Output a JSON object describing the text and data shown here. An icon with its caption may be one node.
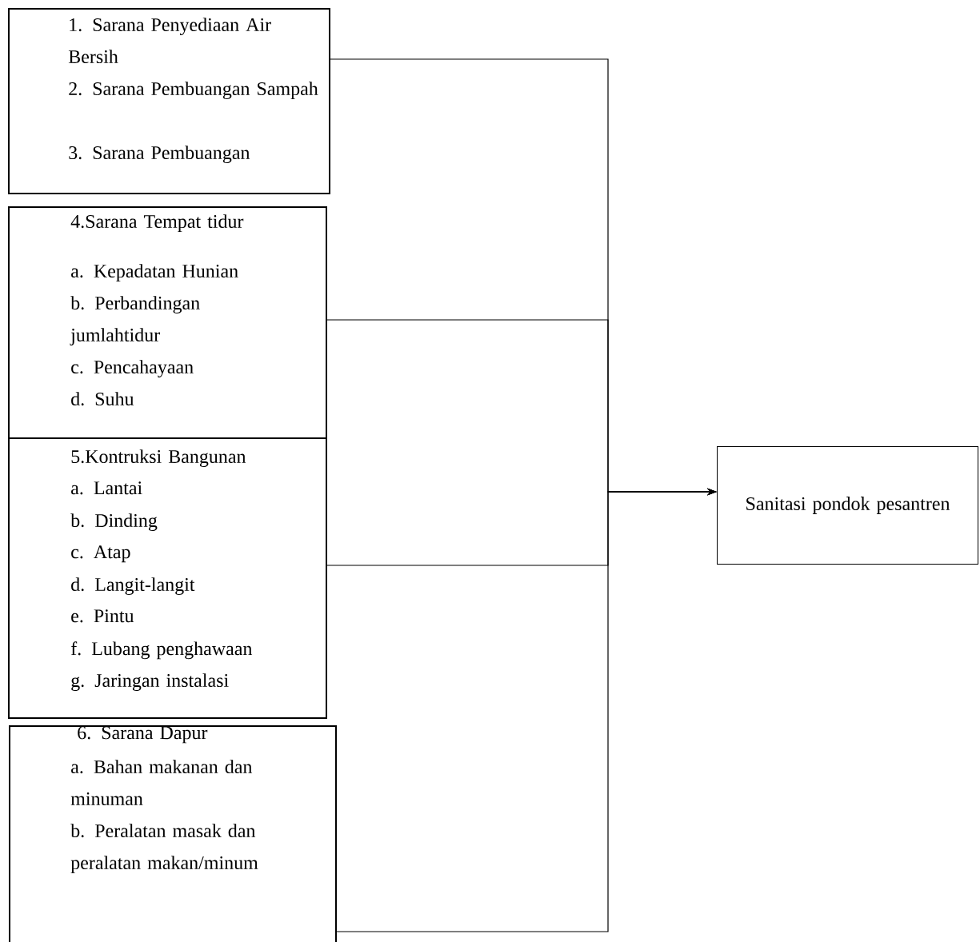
{
  "diagram": {
    "nodes": [
      {
        "text": [
          "1. Sarana Penyediaan Air Bersih",
          "2. Sarana Pembuangan Sampah",
          "3. Sarana Pembuangan"
        ]
      },
      {
        "text": [
          "4.Sarana Tempat tidur",
          "a. Kepadatan Hunian",
          "b. Perbandingan jumlahtidur",
          "c. Pencahayaan",
          "d. Suhu"
        ]
      },
      {
        "text": [
          "5.Kontruksi Bangunan",
          "a. Lantai",
          "b. Dinding",
          "c. Atap",
          "d. Langit-langit",
          "e. Pintu",
          "f. Lubang penghawaan",
          "g. Jaringan instalasi"
        ]
      },
      {
        "text": [
          "6. Sarana Dapur",
          "a. Bahan makanan dan minuman",
          "b. Peralatan masak dan peralatan makan/minum"
        ]
      },
      {
        "text": [
          "Sanitasi pondok pesantren"
        ]
      }
    ],
    "edges": [
      {
        "from": 0,
        "to": 4,
        "arrow": "to"
      },
      {
        "from": 1,
        "to": 4,
        "arrow": "to"
      },
      {
        "from": 2,
        "to": 4,
        "arrow": "to"
      },
      {
        "from": 3,
        "to": 4,
        "arrow": "to"
      }
    ]
  }
}
